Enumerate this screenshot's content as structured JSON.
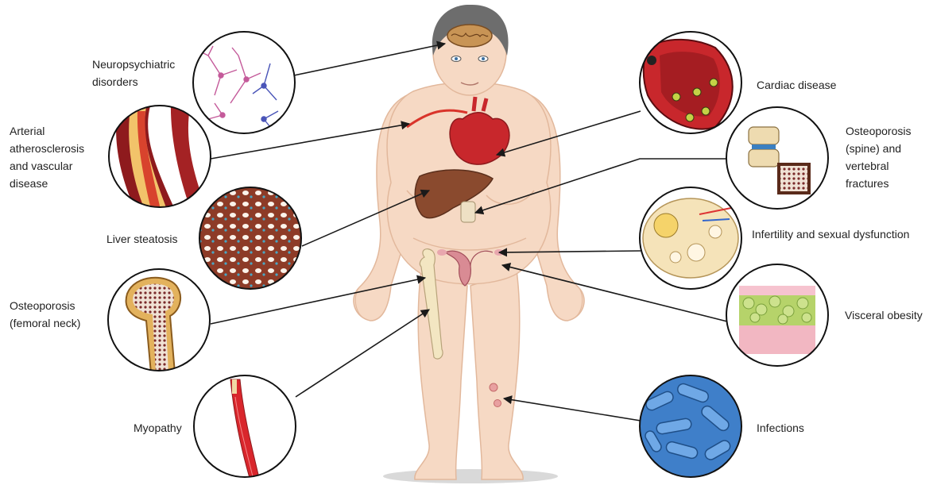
{
  "figure": {
    "labels": {
      "neuropsychiatric": [
        "Neuropsychiatric",
        "disorders"
      ],
      "arterial": [
        "Arterial",
        "atherosclerosis",
        "and vascular",
        "disease"
      ],
      "liver": [
        "Liver steatosis"
      ],
      "femoral": [
        "Osteoporosis",
        "(femoral neck)"
      ],
      "myopathy": [
        "Myopathy"
      ],
      "cardiac": [
        "Cardiac disease"
      ],
      "spine": [
        "Osteoporosis",
        "(spine) and",
        "vertebral",
        "fractures"
      ],
      "infertility": [
        "Infertility and sexual dysfunction"
      ],
      "visceral": [
        "Visceral obesity"
      ],
      "infections": [
        "Infections"
      ]
    }
  },
  "colors": {
    "skin": "#f6d9c4",
    "skin_shadow": "#e9bfa3",
    "hair": "#6d6d6d",
    "heart": "#c8272c",
    "liver": "#8a4a2e",
    "muscle": "#d9262c",
    "bone": "#f3e6c2",
    "bacteria": "#3f7fc9",
    "fat": "#b6d36a",
    "arrow": "#1a1a1a",
    "circle_border": "#111111"
  },
  "icons": {
    "neuro": "neuron-network-icon",
    "arterial": "artery-plaque-icon",
    "liver": "fatty-liver-tissue-icon",
    "femoral": "femur-bone-icon",
    "myopathy": "muscle-fibre-icon",
    "cardiac": "heart-cross-section-icon",
    "spine": "vertebra-icon",
    "infertility": "ovary-icon",
    "visceral": "adipose-tissue-icon",
    "infections": "bacteria-icon"
  }
}
